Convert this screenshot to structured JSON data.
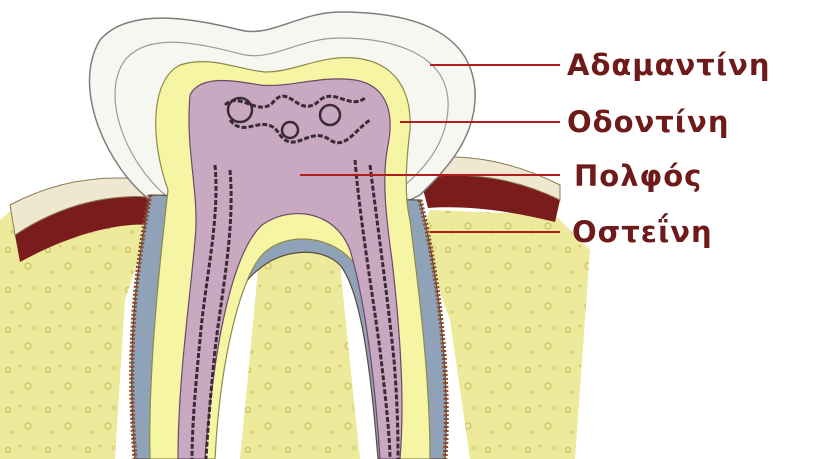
{
  "diagram": {
    "labels": {
      "enamel": "Αδαμαντίνη",
      "dentin": "Οδοντίνη",
      "pulp": "Πολφός",
      "cementum": "Οστεΐνη"
    }
  },
  "colors": {
    "enamel": "#f7f7f2",
    "dentin": "#f6f5a3",
    "pulp": "#c9a8c2",
    "cementum": "#8fa2b8",
    "gum": "#7a1c1c",
    "bone": "#eeea9c",
    "leader_line": "#b31d1d",
    "label_text": "#6e1a1a"
  }
}
